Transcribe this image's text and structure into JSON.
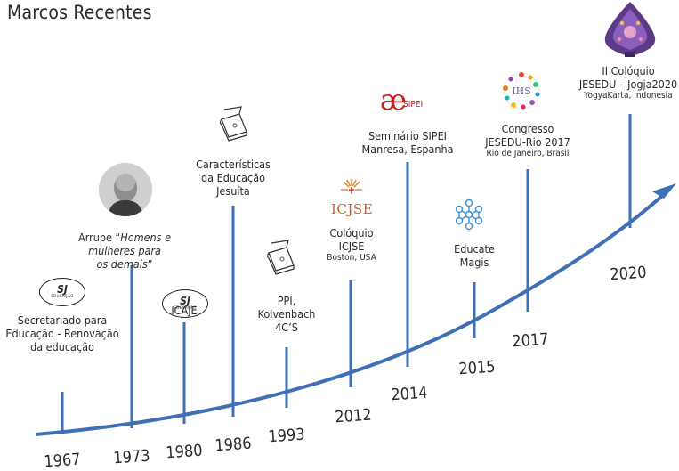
{
  "title": "Marcos Recentes",
  "colors": {
    "line": "#3f6fb5",
    "text": "#2a2a2a"
  },
  "milestones": [
    {
      "year": "1967",
      "lines": [
        "Secretariado para",
        "Educação - Renovação",
        "da educação"
      ],
      "icon": "sj-educacao-logo"
    },
    {
      "year": "1973",
      "label_pre": "Arrupe “",
      "label_italic_1": "Homens e",
      "label_italic_2": "mulheres para",
      "label_italic_3": "os demais",
      "label_post": "”",
      "icon": "pedro-arrupe-photo"
    },
    {
      "year": "1980",
      "lines": [
        "ICAJE"
      ],
      "icon": "sj-educacao-logo"
    },
    {
      "year": "1986",
      "lines": [
        "Características",
        "da Educação",
        "Jesuíta"
      ],
      "icon": "book-icon"
    },
    {
      "year": "1993",
      "lines": [
        "PPI,",
        "Kolvenbach",
        "4C’S"
      ],
      "icon": "book-icon"
    },
    {
      "year": "2012",
      "lines": [
        "Colóquio",
        "ICJSE"
      ],
      "sub": "Boston, USA",
      "icon": "icjse-logo",
      "logo_text": "ICJSE"
    },
    {
      "year": "2014",
      "lines": [
        "Seminário SIPEI",
        "Manresa, Espanha"
      ],
      "icon": "sipei-logo",
      "logo_text": "SIPEI"
    },
    {
      "year": "2015",
      "lines": [
        "Educate",
        "Magis"
      ],
      "icon": "educate-magis-network-icon"
    },
    {
      "year": "2017",
      "lines": [
        "Congresso",
        "JESEDU-Rio 2017"
      ],
      "sub": "Rio de Janeiro, Brasil",
      "icon": "ihs-logo",
      "logo_text": "IHS"
    },
    {
      "year": "2020",
      "lines": [
        "II Colóquio",
        "JESEDU – Jogja2020"
      ],
      "sub": "YogyaKarta, Indonesia",
      "icon": "wayang-gunungan-icon"
    }
  ]
}
